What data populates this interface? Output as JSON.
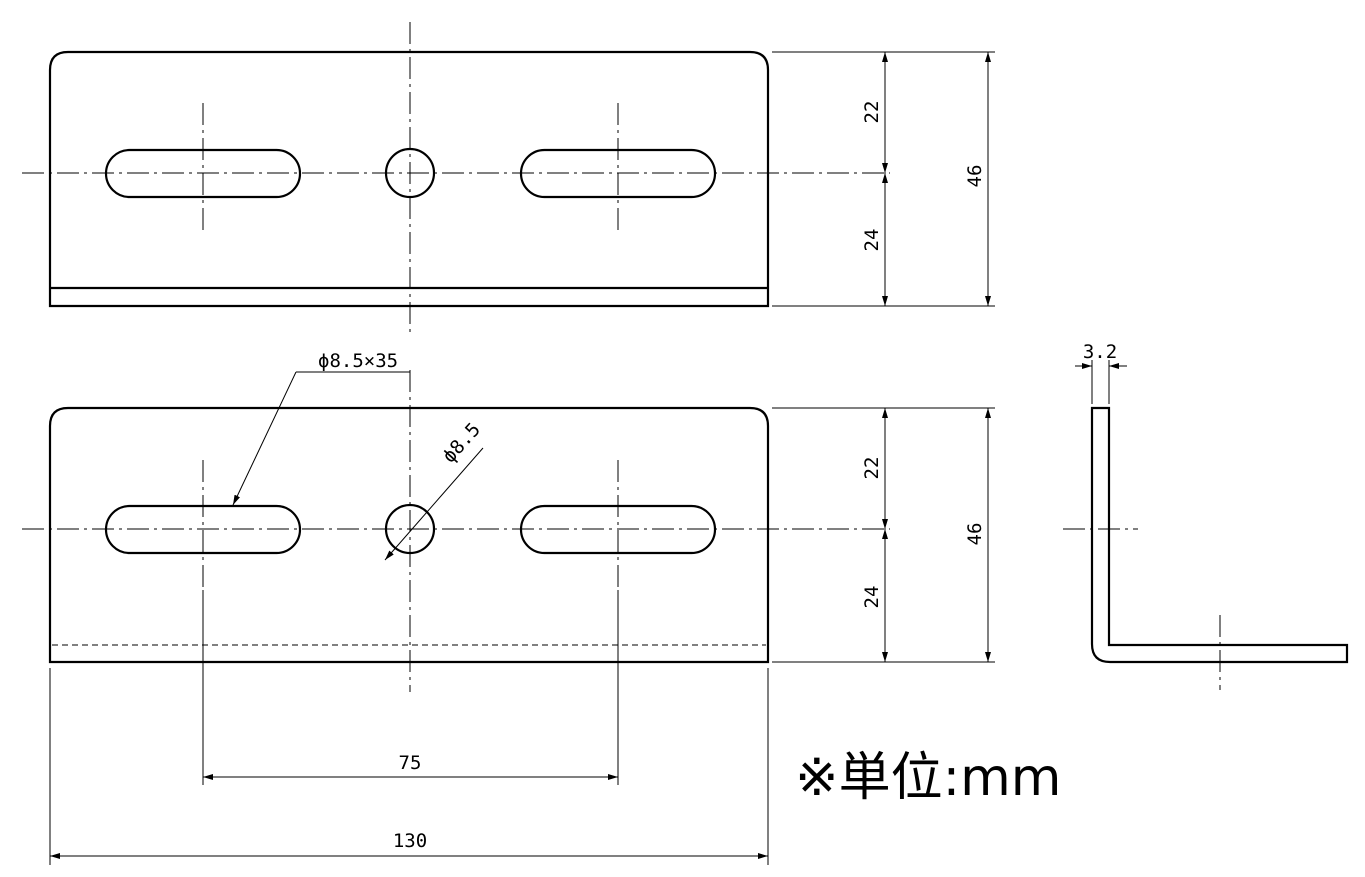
{
  "dimensions": {
    "top_view": {
      "upper": "22",
      "lower": "24",
      "overall": "46"
    },
    "front_view": {
      "upper": "22",
      "lower": "24",
      "overall": "46"
    },
    "slot_pitch": "75",
    "overall_length": "130",
    "thickness": "3.2",
    "slot_callout": "ϕ8.5×35",
    "hole_callout": "ϕ8.5"
  },
  "unit_note": "※単位:mm"
}
